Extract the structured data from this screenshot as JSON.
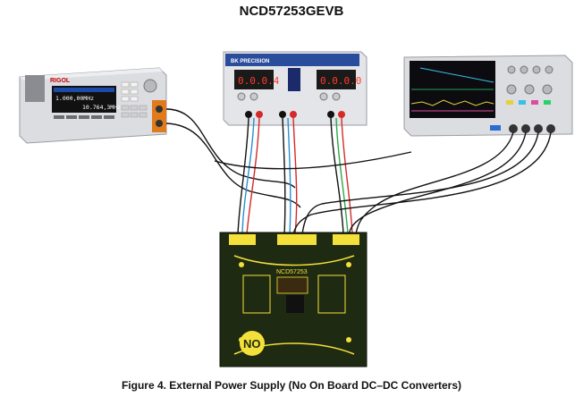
{
  "header": {
    "title": "NCD57253GEVB"
  },
  "caption": {
    "text": "Figure 4. External Power Supply (No On Board DC–DC Converters)"
  },
  "function_generator": {
    "brand": "RIGOL",
    "display_line1": "1.000,00MHz",
    "display_line2": "10.764,3MHz"
  },
  "power_supply": {
    "brand": "BK PRECISION",
    "display_left": "0.0.0.4",
    "display_right": "0.0.0.0"
  },
  "board": {
    "label": "NCD57253",
    "badge": "NO"
  },
  "colors": {
    "wire_red": "#d42a2a",
    "wire_blue": "#2a8fd4",
    "wire_green": "#2aa84a",
    "wire_black": "#111111",
    "pcb_yellow": "#f4e03a",
    "pcb_dark": "#1f2a12"
  }
}
